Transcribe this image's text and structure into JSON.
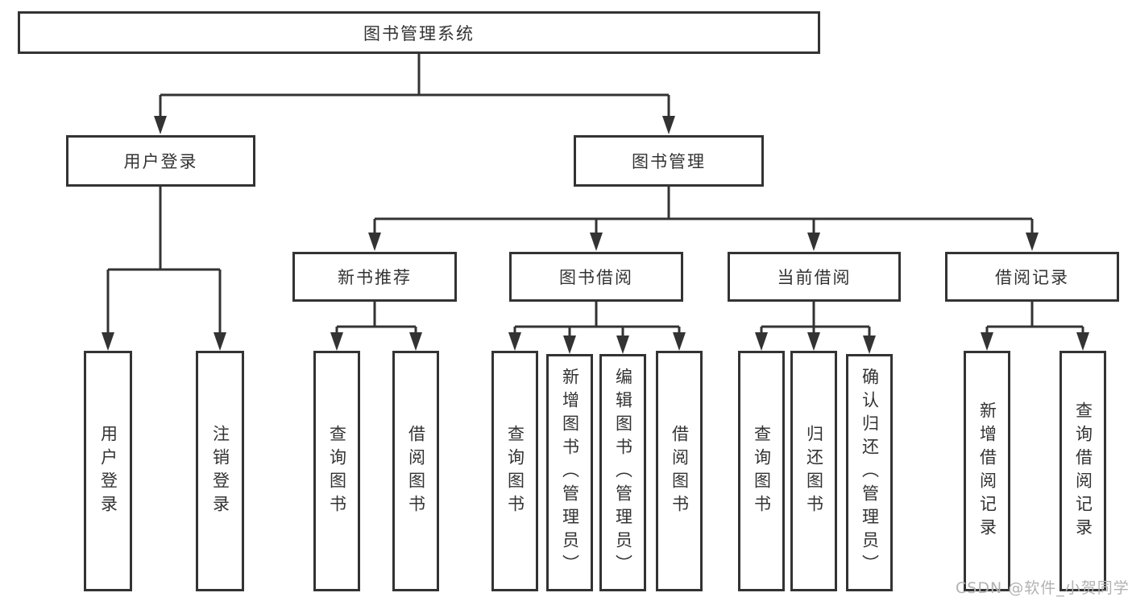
{
  "colors": {
    "line": "#333333",
    "box_border": "#333333",
    "text": "#333333",
    "background": "#ffffff",
    "watermark": "#b2b2b2"
  },
  "watermark": {
    "text": "CSDN @软件_小贺同学"
  },
  "tree": {
    "label": "图书管理系统",
    "children": [
      {
        "label": "用户登录",
        "children": [
          {
            "label": "用户登录"
          },
          {
            "label": "注销登录"
          }
        ]
      },
      {
        "label": "图书管理",
        "children": [
          {
            "label": "新书推荐",
            "children": [
              {
                "label": "查询图书"
              },
              {
                "label": "借阅图书"
              }
            ]
          },
          {
            "label": "图书借阅",
            "children": [
              {
                "label": "查询图书"
              },
              {
                "label": "新增图书（管理员）"
              },
              {
                "label": "编辑图书（管理员）"
              },
              {
                "label": "借阅图书"
              }
            ]
          },
          {
            "label": "当前借阅",
            "children": [
              {
                "label": "查询图书"
              },
              {
                "label": "归还图书"
              },
              {
                "label": "确认归还（管理员）"
              }
            ]
          },
          {
            "label": "借阅记录",
            "children": [
              {
                "label": "新增借阅记录"
              },
              {
                "label": "查询借阅记录"
              }
            ]
          }
        ]
      }
    ]
  }
}
